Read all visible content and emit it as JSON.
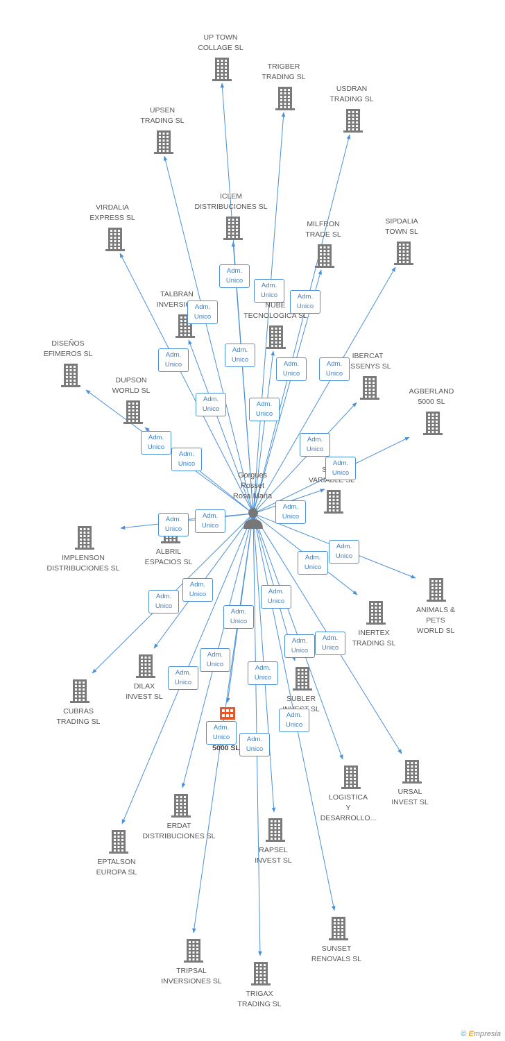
{
  "center": {
    "label": "Gorgues\nRosset\nRosa Maria"
  },
  "badge_label": "Adm.\nUnico",
  "colors": {
    "line": "#4a90d9",
    "building": "#7a7a7a",
    "highlight": "#e8572a",
    "text": "#555555"
  },
  "companies": [
    {
      "id": "uptown",
      "label": "UP TOWN\nCOLLAGE SL"
    },
    {
      "id": "trigber",
      "label": "TRIGBER\nTRADING SL"
    },
    {
      "id": "usdran",
      "label": "USDRAN\nTRADING SL"
    },
    {
      "id": "upsen",
      "label": "UPSEN\nTRADING SL"
    },
    {
      "id": "iclem",
      "label": "ICLEM\nDISTRIBUCIONES SL"
    },
    {
      "id": "virdalia",
      "label": "VIRDALIA\nEXPRESS SL"
    },
    {
      "id": "milfron",
      "label": "MILFRON\nTRADE SL"
    },
    {
      "id": "sipdalia",
      "label": "SIPDALIA\nTOWN SL"
    },
    {
      "id": "talbran",
      "label": "TALBRAN\nINVERSIO..."
    },
    {
      "id": "nube",
      "label": "NUBE\nTECNOLOGICA SL"
    },
    {
      "id": "disenos",
      "label": "DISEÑOS\nEFIMEROS SL"
    },
    {
      "id": "ibercat",
      "label": "IBERCAT\n...SSENYS SL"
    },
    {
      "id": "dupson",
      "label": "DUPSON\nWORLD SL"
    },
    {
      "id": "agberland",
      "label": "AGBERLAND\n5000 SL"
    },
    {
      "id": "simvar",
      "label": "SIM...\nVARIABLE SL"
    },
    {
      "id": "implenson",
      "label": "IMPLENSON\nDISTRIBUCIONES SL"
    },
    {
      "id": "albril",
      "label": "ALBRIL\nESPACIOS SL"
    },
    {
      "id": "animals",
      "label": "ANIMALS &\nPETS\nWORLD SL"
    },
    {
      "id": "inertex",
      "label": "INERTEX\nTRADING SL"
    },
    {
      "id": "dilax",
      "label": "DILAX\nINVEST SL"
    },
    {
      "id": "cubras",
      "label": "CUBRAS\nTRADING SL"
    },
    {
      "id": "subler",
      "label": "SUBLER\nINVEST SL"
    },
    {
      "id": "s5000",
      "label": "5000 SL"
    },
    {
      "id": "logistica",
      "label": "LOGISTICA\nY\nDESARROLLO..."
    },
    {
      "id": "ursal",
      "label": "URSAL\nINVEST SL"
    },
    {
      "id": "erdat",
      "label": "ERDAT\nDISTRIBUCIONES SL"
    },
    {
      "id": "eptalson",
      "label": "EPTALSON\nEUROPA SL"
    },
    {
      "id": "rapsel",
      "label": "RAPSEL\nINVEST SL"
    },
    {
      "id": "sunset",
      "label": "SUNSET\nRENOVALS SL"
    },
    {
      "id": "tripsal",
      "label": "TRIPSAL\nINVERSIONES SL"
    },
    {
      "id": "trigax",
      "label": "TRIGAX\nTRADING SL"
    }
  ],
  "watermark": {
    "copyright": "©",
    "brand_initial": "E",
    "brand_rest": "mpresia"
  }
}
